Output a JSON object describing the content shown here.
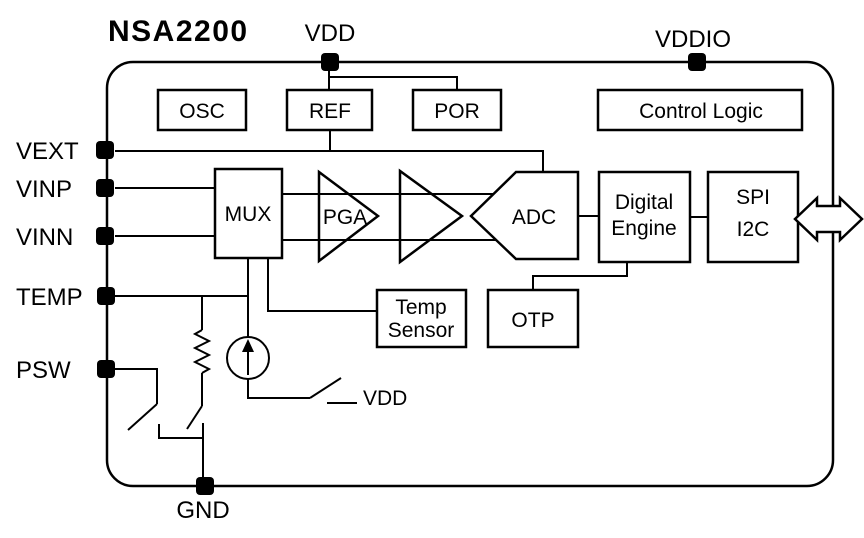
{
  "title": "NSA2200",
  "pins": {
    "vdd": "VDD",
    "vddio": "VDDIO",
    "vext": "VEXT",
    "vinp": "VINP",
    "vinn": "VINN",
    "temp": "TEMP",
    "psw": "PSW",
    "gnd": "GND"
  },
  "blocks": {
    "osc": "OSC",
    "ref": "REF",
    "por": "POR",
    "control_logic": "Control Logic",
    "mux": "MUX",
    "pga": "PGA",
    "adc": "ADC",
    "digital_engine": {
      "line1": "Digital",
      "line2": "Engine"
    },
    "interface": {
      "line1": "SPI",
      "line2": "I2C"
    },
    "temp_sensor": {
      "line1": "Temp",
      "line2": "Sensor"
    },
    "otp": "OTP"
  },
  "labels": {
    "switch_vdd": "VDD"
  },
  "colors": {
    "line": "#000000",
    "background": "#ffffff"
  }
}
